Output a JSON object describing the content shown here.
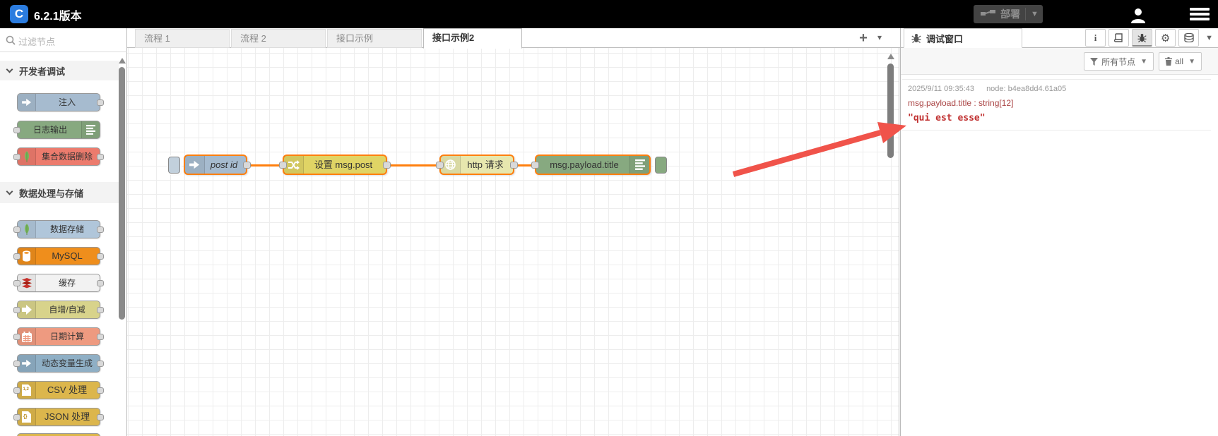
{
  "header": {
    "title": "6.2.1版本",
    "deploy_label": "部署",
    "icons": {
      "logo": "node-red-logo",
      "deploy": "deploy-link-icon",
      "user": "user-icon",
      "menu": "hamburger-menu-icon"
    }
  },
  "palette": {
    "search_placeholder": "过滤节点",
    "categories": [
      {
        "label": "开发者调试",
        "nodes": [
          {
            "label": "注入",
            "color": "#a6bbcf",
            "icon": "inject-arrow-icon",
            "icon_side": "left",
            "ports": "out"
          },
          {
            "label": "日志输出",
            "color": "#87a980",
            "icon": "list-icon",
            "icon_side": "right",
            "ports": "in"
          },
          {
            "label": "集合数据删除",
            "color": "#ec7b6d",
            "icon": "mongodb-leaf-icon",
            "icon_side": "left",
            "ports": "both"
          }
        ]
      },
      {
        "label": "数据处理与存储",
        "nodes": [
          {
            "label": "数据存储",
            "color": "#b0c6da",
            "icon": "mongodb-leaf-icon",
            "icon_side": "left",
            "ports": "both"
          },
          {
            "label": "MySQL",
            "color": "#ef8e1c",
            "icon": "database-icon",
            "icon_side": "left",
            "ports": "both"
          },
          {
            "label": "缓存",
            "color": "#f2f2f2",
            "icon": "redis-icon",
            "icon_side": "left",
            "ports": "both"
          },
          {
            "label": "自增/自减",
            "color": "#d8d38b",
            "icon": "thick-arrow-icon",
            "icon_side": "left",
            "ports": "both"
          },
          {
            "label": "日期计算",
            "color": "#ee9a80",
            "icon": "calendar-icon",
            "icon_side": "left",
            "ports": "both"
          },
          {
            "label": "动态变量生成",
            "color": "#8fafc5",
            "icon": "inject-arrow-icon",
            "icon_side": "left",
            "ports": "both"
          },
          {
            "label": "CSV 处理",
            "color": "#dcb64c",
            "icon": "csv-file-icon",
            "icon_side": "left",
            "ports": "both"
          },
          {
            "label": "JSON 处理",
            "color": "#dcb64c",
            "icon": "json-file-icon",
            "icon_side": "left",
            "ports": "both"
          }
        ]
      }
    ]
  },
  "tabs": [
    {
      "label": "流程 1",
      "active": false
    },
    {
      "label": "流程 2",
      "active": false
    },
    {
      "label": "接口示例",
      "active": false
    },
    {
      "label": "接口示例2",
      "active": true
    }
  ],
  "flow": {
    "selection_color": "#ff7f0e",
    "annotation_arrow_color": "#f0534a",
    "nodes": [
      {
        "label": "post id",
        "type": "inject",
        "color": "#a6bbcf",
        "icon": "inject-arrow-icon"
      },
      {
        "label": "设置 msg.post",
        "type": "change",
        "color": "#e0d465",
        "icon": "shuffle-icon"
      },
      {
        "label": "http 请求",
        "type": "http-request",
        "color": "#e7e7ae",
        "icon": "globe-icon"
      },
      {
        "label": "msg.payload.title",
        "type": "debug",
        "color": "#87a980",
        "icon": "list-icon"
      }
    ],
    "tabbar_plus": "+",
    "tabbar_caret": "▾"
  },
  "debug_panel": {
    "title": "调试窗口",
    "title_icon": "bug-icon",
    "toolbar_icons": [
      "info-icon",
      "book-icon",
      "bug-icon",
      "gear-icon",
      "layers-icon",
      "caret-down-icon"
    ],
    "filter_button_label": "所有节点",
    "filter_button_icon": "funnel-icon",
    "clear_button_label": "all",
    "clear_button_icon": "trash-icon",
    "message": {
      "timestamp": "2025/9/11 09:35:43",
      "node_id": "node: b4ea8dd4.61a05",
      "property": "msg.payload.title : string[12]",
      "value": "\"qui est esse\""
    }
  }
}
